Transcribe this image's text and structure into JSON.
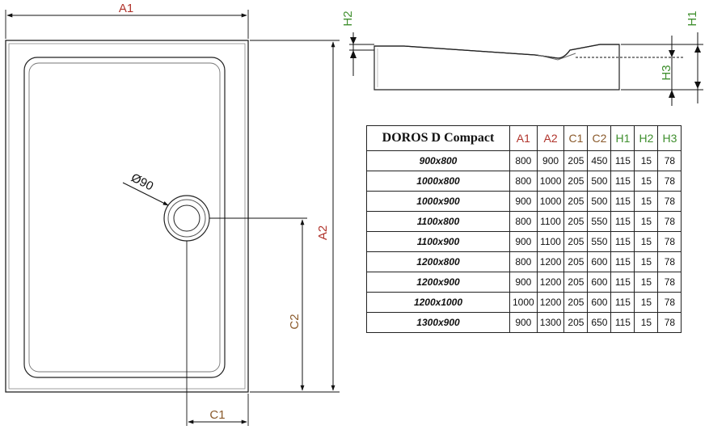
{
  "labels": {
    "a1": "A1",
    "a2": "A2",
    "c1": "C1",
    "c2": "C2",
    "h1": "H1",
    "h2": "H2",
    "h3": "H3",
    "drain": "Ø90"
  },
  "colors": {
    "A": "#b0332b",
    "C": "#8a5a2b",
    "H": "#3f8f2e"
  },
  "table": {
    "title": "DOROS D Compact",
    "columns": [
      {
        "key": "A1",
        "color": "red"
      },
      {
        "key": "A2",
        "color": "red"
      },
      {
        "key": "C1",
        "color": "brown"
      },
      {
        "key": "C2",
        "color": "brown"
      },
      {
        "key": "H1",
        "color": "green"
      },
      {
        "key": "H2",
        "color": "green"
      },
      {
        "key": "H3",
        "color": "green"
      }
    ],
    "rows": [
      {
        "model": "900x800",
        "values": [
          "800",
          "900",
          "205",
          "450",
          "115",
          "15",
          "78"
        ]
      },
      {
        "model": "1000x800",
        "values": [
          "800",
          "1000",
          "205",
          "500",
          "115",
          "15",
          "78"
        ]
      },
      {
        "model": "1000x900",
        "values": [
          "900",
          "1000",
          "205",
          "500",
          "115",
          "15",
          "78"
        ]
      },
      {
        "model": "1100x800",
        "values": [
          "800",
          "1100",
          "205",
          "550",
          "115",
          "15",
          "78"
        ]
      },
      {
        "model": "1100x900",
        "values": [
          "900",
          "1100",
          "205",
          "550",
          "115",
          "15",
          "78"
        ]
      },
      {
        "model": "1200x800",
        "values": [
          "800",
          "1200",
          "205",
          "600",
          "115",
          "15",
          "78"
        ]
      },
      {
        "model": "1200x900",
        "values": [
          "900",
          "1200",
          "205",
          "600",
          "115",
          "15",
          "78"
        ]
      },
      {
        "model": "1200x1000",
        "values": [
          "1000",
          "1200",
          "205",
          "600",
          "115",
          "15",
          "78"
        ]
      },
      {
        "model": "1300x900",
        "values": [
          "900",
          "1300",
          "205",
          "650",
          "115",
          "15",
          "78"
        ]
      }
    ]
  }
}
